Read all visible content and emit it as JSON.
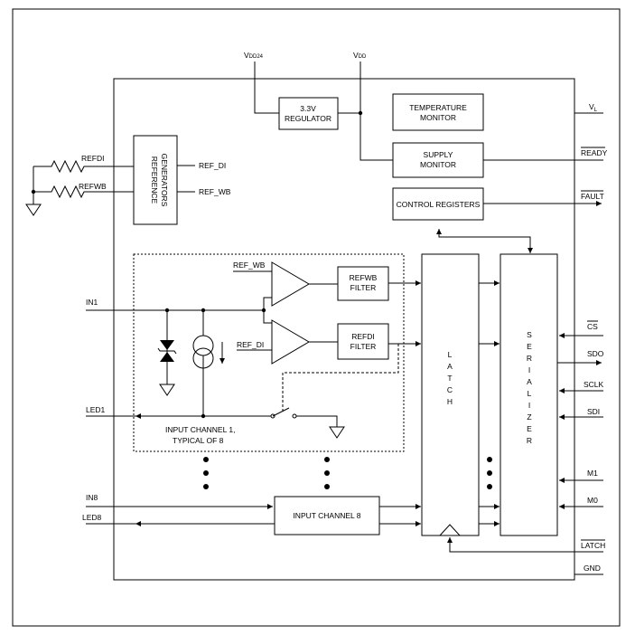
{
  "pins": {
    "vdd24_main": "V",
    "vdd24_sub": "DD24",
    "vdd_main": "V",
    "vdd_sub": "DD",
    "vl_main": "V",
    "vl_sub": "L",
    "ready": "READY",
    "fault": "FAULT",
    "in1": "IN1",
    "led1": "LED1",
    "in8": "IN8",
    "led8": "LED8",
    "cs": "CS",
    "sdo": "SDO",
    "sclk": "SCLK",
    "sdi": "SDI",
    "m1": "M1",
    "m0": "M0",
    "latch": "LATCH",
    "gnd": "GND"
  },
  "resistors": {
    "refdi": "REFDI",
    "refwb": "REFWB"
  },
  "blocks": {
    "regulator": [
      "3.3V",
      "REGULATOR"
    ],
    "temp_monitor": [
      "TEMPERATURE",
      "MONITOR"
    ],
    "supply_monitor": [
      "SUPPLY",
      "MONITOR"
    ],
    "control_registers": "CONTROL REGISTERS",
    "ref_generators": [
      "REFERENCE",
      "GENERATORS"
    ],
    "refwb_filter": [
      "REFWB",
      "FILTER"
    ],
    "refdi_filter": [
      "REFDI",
      "FILTER"
    ],
    "input_channel_8": "INPUT CHANNEL 8",
    "latch": [
      "L",
      "A",
      "T",
      "C",
      "H"
    ],
    "serializer": [
      "S",
      "E",
      "R",
      "I",
      "A",
      "L",
      "I",
      "Z",
      "E",
      "R"
    ]
  },
  "signals": {
    "ref_di_out": "REF_DI",
    "ref_wb_out": "REF_WB",
    "ref_wb_in": "REF_WB",
    "ref_di_in": "REF_DI"
  },
  "channel1": [
    "INPUT CHANNEL 1,",
    "TYPICAL OF 8"
  ]
}
